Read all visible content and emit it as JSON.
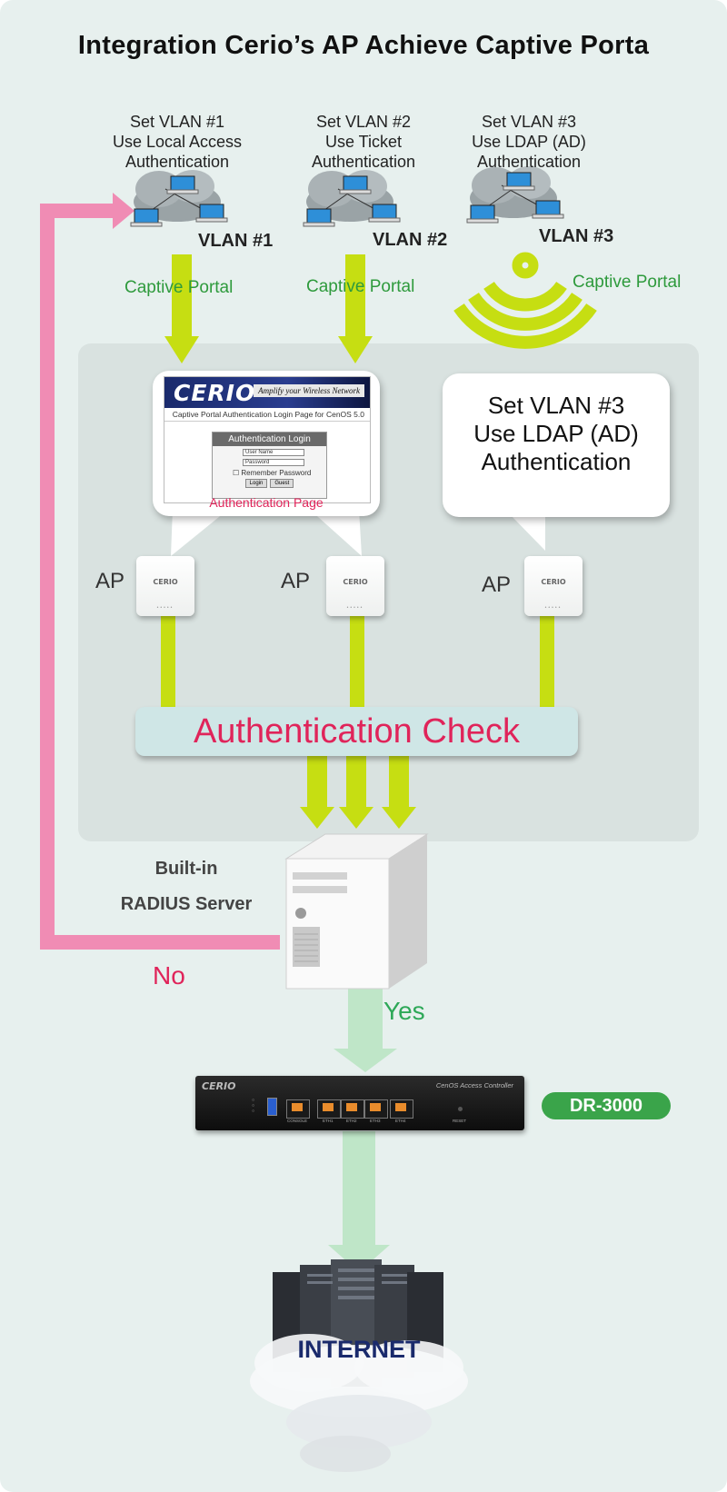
{
  "title": "Integration Cerio’s AP Achieve Captive Porta",
  "vlans": [
    {
      "lines": [
        "Set VLAN #1",
        "Use Local Access",
        "Authentication"
      ],
      "label": "VLAN #1",
      "portal": "Captive Portal"
    },
    {
      "lines": [
        "Set VLAN #2",
        "Use Ticket",
        "Authentication"
      ],
      "label": "VLAN #2",
      "portal": "Captive Portal"
    },
    {
      "lines": [
        "Set VLAN #3",
        "Use LDAP (AD)",
        "Authentication"
      ],
      "label": "VLAN #3",
      "portal": "Captive Portal"
    }
  ],
  "login_page": {
    "logo": "CERIO",
    "tagline": "Amplify your Wireless Network",
    "subtitle": "Captive Portal Authentication Login Page for CenOS 5.0",
    "box_title": "Authentication Login",
    "username_placeholder": "User Name",
    "password_placeholder": "Password",
    "remember": "Remember Password",
    "login_btn": "Login",
    "guest_btn": "Guest",
    "caption": "Authentication Page"
  },
  "ldap_bubble": [
    "Set VLAN #3",
    "Use LDAP (AD)",
    "Authentication"
  ],
  "ap": {
    "label": "AP",
    "logo": "CERIO"
  },
  "auth_check": "Authentication Check",
  "radius": {
    "line1": "Built-in",
    "line2": "RADIUS Server"
  },
  "no_label": "No",
  "yes_label": "Yes",
  "controller": {
    "logo": "CERIO",
    "name": "CenOS Access Controller",
    "model": "DR-3000",
    "ports": [
      "CONSOLE",
      "ETH1",
      "ETH2",
      "ETH3",
      "ETH4"
    ],
    "reset": "RESET"
  },
  "internet": "INTERNET",
  "colors": {
    "arrow_green": "#c6de12",
    "arrow_pale": "#bfe6c8",
    "loop_pink": "#f08cb4",
    "accent_red": "#e0245a",
    "portal_green": "#2e9a3c"
  }
}
